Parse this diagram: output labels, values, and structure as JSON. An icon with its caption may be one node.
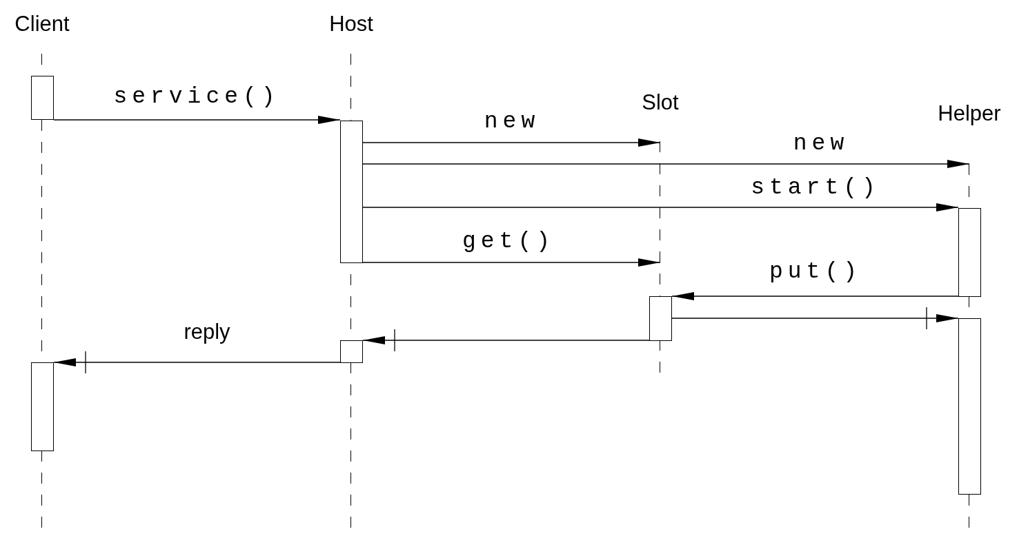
{
  "diagram": {
    "nodes": [
      {
        "text": [
          "Client"
        ]
      },
      {
        "text": [
          "Host"
        ]
      },
      {
        "text": [
          "Slot"
        ]
      },
      {
        "text": [
          "Helper"
        ]
      },
      {
        "text": [],
        "shape": "bar"
      },
      {
        "text": [],
        "shape": "bar"
      },
      {
        "text": [],
        "shape": "bar"
      },
      {
        "text": [],
        "shape": "bar"
      },
      {
        "text": [],
        "shape": "bar"
      },
      {
        "text": [],
        "shape": "bar"
      },
      {
        "text": [],
        "shape": "bar"
      }
    ],
    "edges": [
      {
        "from": 4,
        "to": 5,
        "arrow": "to",
        "label": "service()"
      },
      {
        "from": 5,
        "to": 2,
        "arrow": "to",
        "label": "new"
      },
      {
        "from": 5,
        "to": 3,
        "arrow": "to",
        "label": "new"
      },
      {
        "from": 5,
        "to": 6,
        "arrow": "to",
        "label": "start()"
      },
      {
        "from": 5,
        "to": 2,
        "arrow": "to",
        "label": "get()"
      },
      {
        "from": 6,
        "to": 7,
        "arrow": "to",
        "label": "put()"
      },
      {
        "from": 7,
        "to": 8,
        "arrow": "to"
      },
      {
        "from": 7,
        "to": 9,
        "arrow": "to"
      },
      {
        "from": 9,
        "to": 10,
        "arrow": "to",
        "label": "reply"
      }
    ]
  }
}
